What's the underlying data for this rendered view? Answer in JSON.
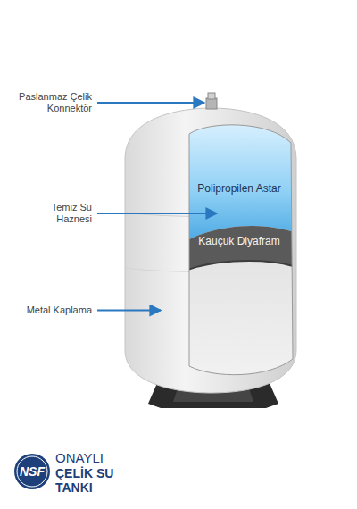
{
  "diagram": {
    "labels": [
      "Paslanmaz Çelik Konnektör",
      "Temiz Su Haznesi",
      "Metal Kaplama",
      "Polipropilen Astar",
      "Kauçuk Diyafram",
      "NSF",
      "ONAYLI",
      "ÇELİK SU TANKI"
    ]
  }
}
